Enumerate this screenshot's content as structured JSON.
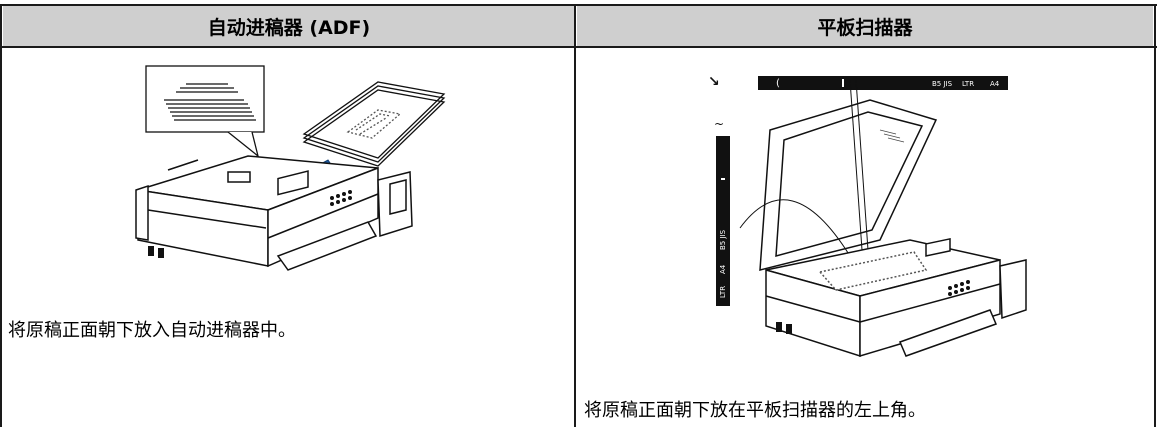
{
  "headers": {
    "adf": "自动进稿器 (ADF)",
    "flatbed": "平板扫描器"
  },
  "captions": {
    "adf": "将原稿正面朝下放入自动进稿器中。",
    "flatbed": "将原稿正面朝下放在平板扫描器的左上角。"
  },
  "flatbed_guide": {
    "top_labels": [
      "B5 JIS",
      "LTR",
      "A4"
    ],
    "side_labels": [
      "B5 JIS",
      "A4",
      "LTR"
    ]
  },
  "colors": {
    "header_bg": "#cfcfcf",
    "border": "#1a1a1a",
    "arrow": "#1f5aa0"
  }
}
